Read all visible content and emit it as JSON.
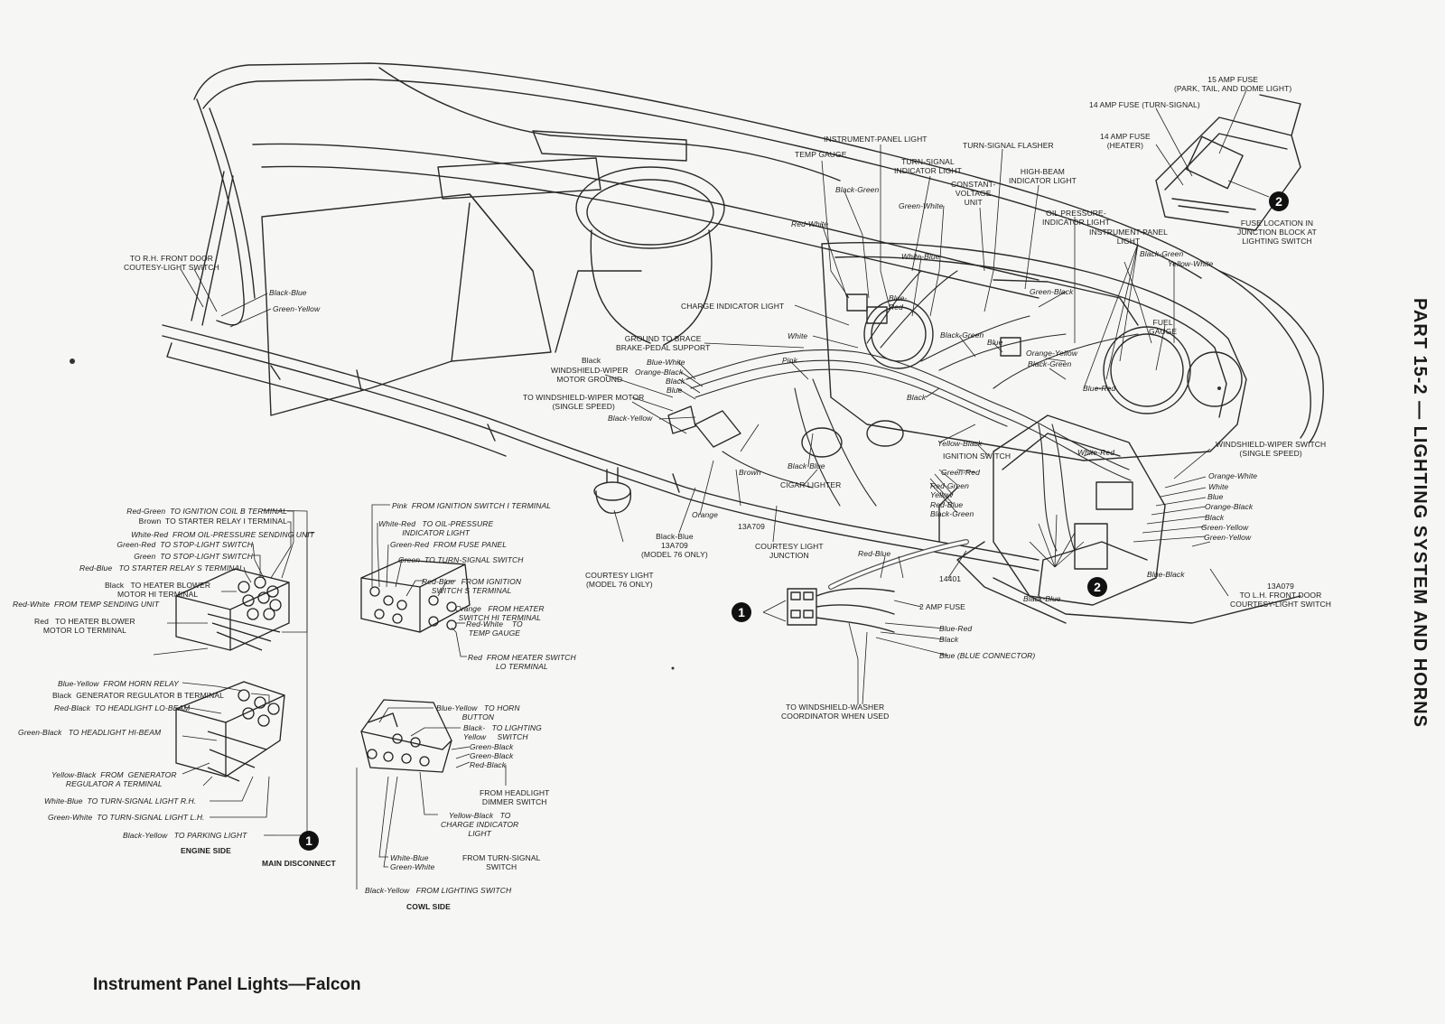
{
  "side_title": "PART 15-2 — LIGHTING SYSTEM AND HORNS",
  "page_title": "Instrument Panel Lights—Falcon",
  "callouts": {
    "one": "1",
    "two": "2"
  },
  "top_right": {
    "fuse_15": "15 AMP FUSE\n(PARK, TAIL, AND DOME LIGHT)",
    "fuse_14_turn": "14 AMP FUSE (TURN-SIGNAL)",
    "fuse_14_heater": "14 AMP FUSE\n(HEATER)",
    "fuse_location": "FUSE LOCATION IN\nJUNCTION BLOCK AT\nLIGHTING SWITCH"
  },
  "dash": {
    "instrument_panel_light": "INSTRUMENT-PANEL LIGHT",
    "temp_gauge": "TEMP GAUGE",
    "turn_signal_flasher": "TURN-SIGNAL FLASHER",
    "turn_signal_indicator": "TURN-SIGNAL\nINDICATOR LIGHT",
    "high_beam": "HIGH-BEAM\nINDICATOR LIGHT",
    "constant_voltage": "CONSTANT-\nVOLTAGE\nUNIT",
    "black_green_1": "Black-Green",
    "red_white_1": "Red-White",
    "green_white_1": "Green-White",
    "oil_pressure": "OIL PRESSURE-\nINDICATOR LIGHT",
    "ipl_2": "INSTRUMENT-PANEL\nLIGHT",
    "black_green_2": "Black-Green",
    "yellow_white_1": "Yellow-White",
    "white_blue_1": "White-Blue",
    "green_black_1": "Green-Black",
    "rh_door": "TO R.H. FRONT DOOR\nCOUTESY-LIGHT SWITCH",
    "black_blue_1": "Black-Blue",
    "green_yellow_1": "Green-Yellow",
    "blue_red_1": "Blue-\nRed",
    "charge_indicator": "CHARGE INDICATOR LIGHT",
    "fuel_gauge": "FUEL\nGAUGE",
    "black_green_3": "Black-Green",
    "white_1": "White",
    "blue_1": "Blue",
    "orange_yellow_1": "Orange-Yellow",
    "black_green_4": "Black-Green",
    "ground_brace": "GROUND TO BRACE\nBRAKE-PEDAL SUPPORT",
    "pink_1": "Pink",
    "wiper_ground_black": "Black",
    "wiper_ground": "WINDSHIELD-WIPER\nMOTOR GROUND",
    "blue_white_1": "Blue-White",
    "orange_black_1": "Orange-Black",
    "black_1": "Black",
    "blue_2": "Blue",
    "wiper_motor": "TO WINDSHIELD-WIPER MOTOR\n(SINGLE SPEED)",
    "black_2": "Black",
    "blue_red_2": "Blue-Red",
    "black_yellow_1": "Black-Yellow",
    "yellow_black_1": "Yellow-Black",
    "ignition_switch": "IGNITION SWITCH",
    "white_red_1": "White-Red",
    "wiper_switch": "WINDSHIELD-WIPER SWITCH\n(SINGLE SPEED)",
    "green_red_1": "Green-Red",
    "red_green_1": "Red-Green",
    "yellow_1": "Yellow",
    "red_blue_1": "Red-Blue",
    "black_green_5": "Black-Green",
    "orange_white_1": "Orange-White",
    "white_2": "White",
    "blue_3": "Blue",
    "orange_black_2": "Orange-Black",
    "black_3": "Black",
    "green_yellow_2": "Green-Yellow",
    "green_yellow_3": "Green-Yellow",
    "brown_1": "Brown",
    "black_blue_2": "Black-Blue",
    "cigar_lighter": "CIGAR LIGHTER",
    "orange_1": "Orange",
    "part_13a709_1": "13A709",
    "part_13a709_2": "Black-Blue\n13A709\n(MODEL 76 ONLY)",
    "courtesy_junction": "COURTESY LIGHT\nJUNCTION",
    "red_blue_2": "Red-Blue",
    "blue_black_1": "Blue-Black",
    "part_13a079": "13A079\nTO L.H. FRONT DOOR\nCOURTESY-LIGHT SWITCH",
    "courtesy_light": "COURTESY LIGHT\n(MODEL 76 ONLY)",
    "part_14401": "14401",
    "black_blue_3": "Black-Blue",
    "two_amp_fuse": "2 AMP FUSE",
    "blue_red_3": "Blue-Red",
    "black_4": "Black",
    "blue_connector": "Blue (BLUE CONNECTOR)",
    "washer": "TO WINDSHIELD-WASHER\nCOORDINATOR WHEN USED"
  },
  "engine_side": {
    "l01": "Red-Green  TO IGNITION COIL B TERMINAL",
    "l02": "Brown  TO STARTER RELAY I TERMINAL",
    "l03": "White-Red  FROM OIL-PRESSURE SENDING UNIT",
    "l04": "Green-Red  TO STOP-LIGHT SWITCH",
    "l05": "Green  TO STOP-LIGHT SWITCH",
    "l06": "Red-Blue   TO STARTER RELAY S TERMINAL",
    "l07": "Black   TO HEATER BLOWER\nMOTOR HI TERMINAL",
    "l08": "Red-White  FROM TEMP SENDING UNIT",
    "l09": "Red   TO HEATER BLOWER\nMOTOR LO TERMINAL",
    "l10": "Blue-Yellow  FROM HORN RELAY",
    "l11": "Black  GENERATOR REGULATOR B TERMINAL",
    "l12": "Red-Black  TO HEADLIGHT LO-BEAM",
    "l13": "Green-Black   TO HEADLIGHT HI-BEAM",
    "l14": "Yellow-Black  FROM  GENERATOR\nREGULATOR A TERMINAL",
    "l15": "White-Blue  TO TURN-SIGNAL LIGHT R.H.",
    "l16": "Green-White  TO TURN-SIGNAL LIGHT L.H.",
    "l17": "Black-Yellow   TO PARKING LIGHT",
    "title": "ENGINE SIDE",
    "main_disconnect": "MAIN DISCONNECT"
  },
  "cowl_side": {
    "c01": "Pink  FROM IGNITION SWITCH I TERMINAL",
    "c02": "White-Red   TO OIL-PRESSURE\nINDICATOR LIGHT",
    "c03": "Green-Red  FROM FUSE PANEL",
    "c04": "Green  TO TURN-SIGNAL SWITCH",
    "c05": "Red-Blue   FROM IGNITION\nSWITCH S TERMINAL",
    "c06": "Orange   FROM HEATER\nSWITCH HI TERMINAL",
    "c07": "Red-White    TO\nTEMP GAUGE",
    "c08": "Red  FROM HEATER SWITCH\nLO TERMINAL",
    "c09": "Blue-Yellow   TO HORN\nBUTTON",
    "c10": "Black-   TO LIGHTING\nYellow     SWITCH",
    "c11": "Green-Black\nGreen-Black\nRed-Black",
    "c12": "FROM HEADLIGHT\nDIMMER SWITCH",
    "c13": "Yellow-Black   TO\nCHARGE INDICATOR\nLIGHT",
    "c14": "White-Blue\nGreen-White",
    "c15": "FROM TURN-SIGNAL\nSWITCH",
    "c16": "Black-Yellow   FROM LIGHTING SWITCH",
    "title": "COWL SIDE"
  }
}
